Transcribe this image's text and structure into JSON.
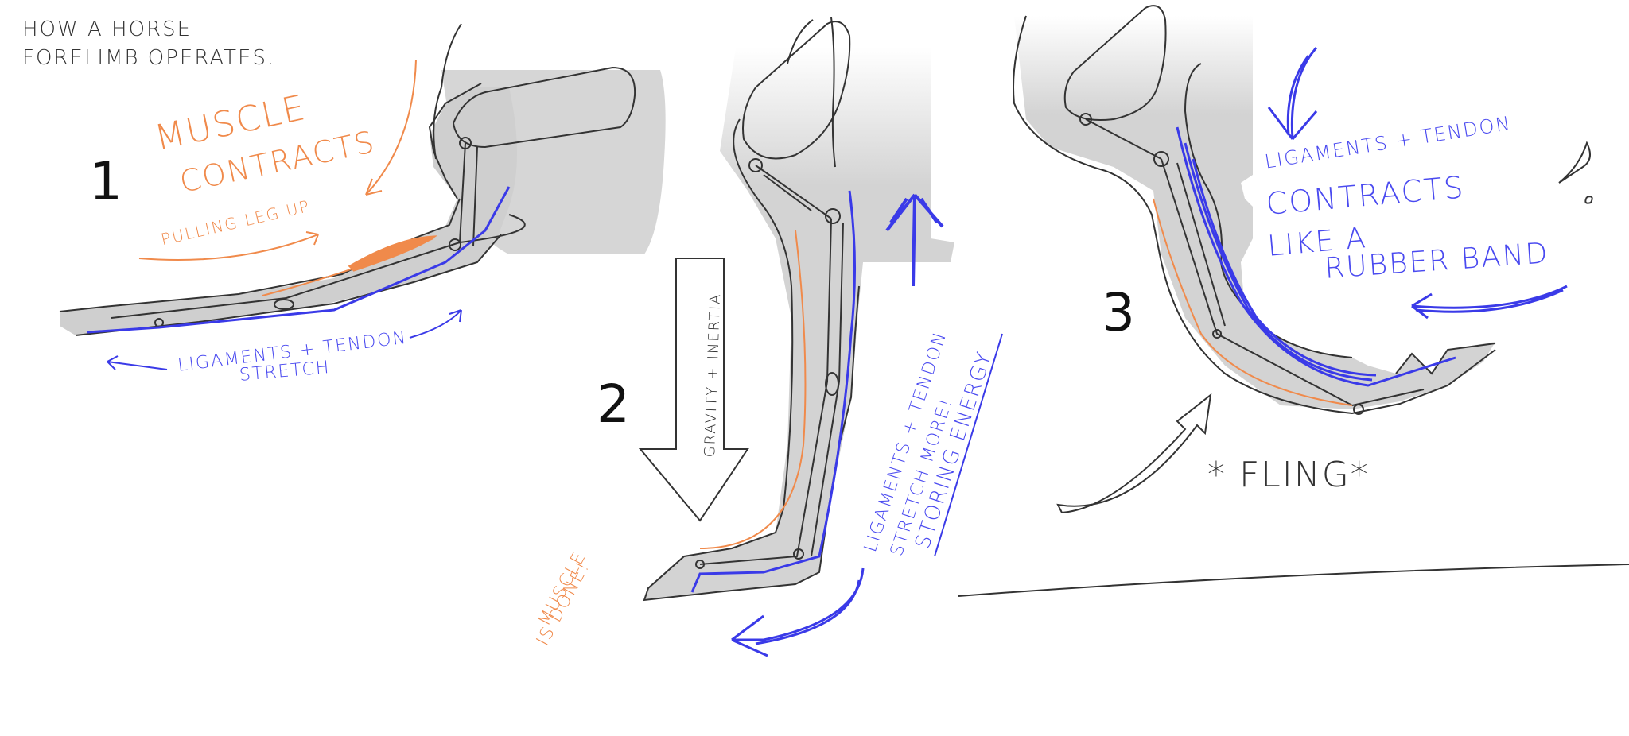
{
  "colors": {
    "ink": "#333333",
    "muscle_orange": "#f08a4b",
    "tendon_blue": "#3a3ae8",
    "limb_fill": "#d3d3d3",
    "background": "#ffffff"
  },
  "title": {
    "line1": "HOW A HORSE",
    "line2": "FORELIMB OPERATES."
  },
  "panel1": {
    "number": "1",
    "muscle_line1": "MUSCLE",
    "muscle_line2": "CONTRACTS",
    "muscle_line3": "PULLING LEG UP",
    "tendon_line1": "LIGAMENTS + TENDON",
    "tendon_line2": "STRETCH"
  },
  "panel2": {
    "number": "2",
    "gravity_label": "GRAVITY + INERTIA",
    "muscle_line1": "MUSCLE",
    "muscle_line2": "IS DONE!",
    "tendon_line1": "LIGAMENTS + TENDON",
    "tendon_line2": "STRETCH MORE!",
    "tendon_line3": "STORING ENERGY"
  },
  "panel3": {
    "number": "3",
    "tendon_line1": "LIGAMENTS + TENDON",
    "tendon_line2": "CONTRACTS",
    "tendon_line3": "LIKE A",
    "tendon_line4": "RUBBER BAND",
    "fling_label": "* FLING*"
  }
}
